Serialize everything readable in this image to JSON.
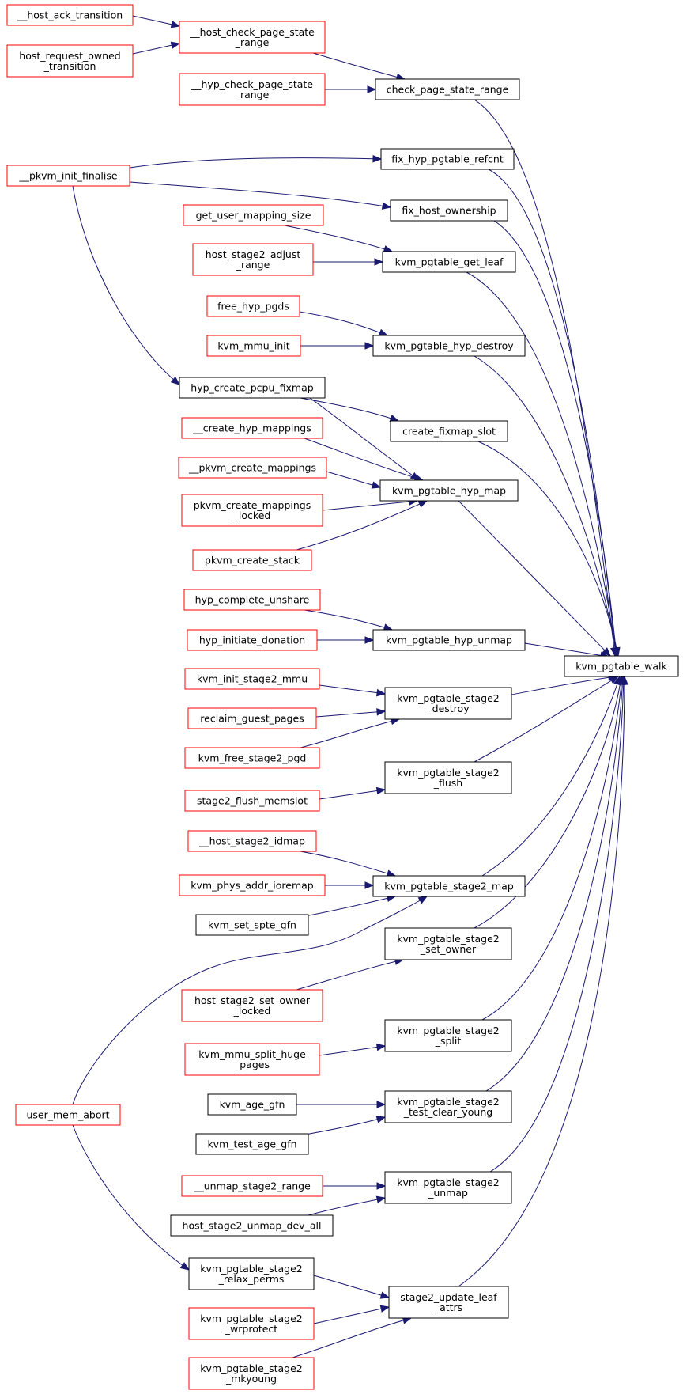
{
  "graph": {
    "title": "",
    "colors": {
      "edge": "#191970",
      "documented_border": "#000000",
      "undocumented_border": "#ff0000",
      "root_fill": "#bfbfbf"
    },
    "nodes": [
      {
        "id": "walk",
        "lines": [
          "kvm_pgtable_walk"
        ],
        "style": "root"
      },
      {
        "id": "cpsr",
        "lines": [
          "check_page_state_range"
        ],
        "style": "black"
      },
      {
        "id": "hchk",
        "lines": [
          "__host_check_page_state",
          "_range"
        ],
        "style": "red"
      },
      {
        "id": "yhchk",
        "lines": [
          "__hyp_check_page_state",
          "_range"
        ],
        "style": "red"
      },
      {
        "id": "hack",
        "lines": [
          "__host_ack_transition"
        ],
        "style": "red"
      },
      {
        "id": "hreq",
        "lines": [
          "host_request_owned",
          "_transition"
        ],
        "style": "red"
      },
      {
        "id": "fixref",
        "lines": [
          "fix_hyp_pgtable_refcnt"
        ],
        "style": "black"
      },
      {
        "id": "pinit",
        "lines": [
          "__pkvm_init_finalise"
        ],
        "style": "red"
      },
      {
        "id": "fixown",
        "lines": [
          "fix_host_ownership"
        ],
        "style": "black"
      },
      {
        "id": "getleaf",
        "lines": [
          "kvm_pgtable_get_leaf"
        ],
        "style": "black"
      },
      {
        "id": "gums",
        "lines": [
          "get_user_mapping_size"
        ],
        "style": "red"
      },
      {
        "id": "hs2adj",
        "lines": [
          "host_stage2_adjust",
          "_range"
        ],
        "style": "red"
      },
      {
        "id": "hypdes",
        "lines": [
          "kvm_pgtable_hyp_destroy"
        ],
        "style": "black"
      },
      {
        "id": "freehyp",
        "lines": [
          "free_hyp_pgds"
        ],
        "style": "red"
      },
      {
        "id": "mmuinit",
        "lines": [
          "kvm_mmu_init"
        ],
        "style": "red"
      },
      {
        "id": "pcpufix",
        "lines": [
          "hyp_create_pcpu_fixmap"
        ],
        "style": "black"
      },
      {
        "id": "fixslot",
        "lines": [
          "create_fixmap_slot"
        ],
        "style": "black"
      },
      {
        "id": "hypmap",
        "lines": [
          "kvm_pgtable_hyp_map"
        ],
        "style": "black"
      },
      {
        "id": "crhyp",
        "lines": [
          "__create_hyp_mappings"
        ],
        "style": "red"
      },
      {
        "id": "pkcrm",
        "lines": [
          "__pkvm_create_mappings"
        ],
        "style": "red"
      },
      {
        "id": "pkcrml",
        "lines": [
          "pkvm_create_mappings",
          "_locked"
        ],
        "style": "red"
      },
      {
        "id": "pkstack",
        "lines": [
          "pkvm_create_stack"
        ],
        "style": "red"
      },
      {
        "id": "hypunmap",
        "lines": [
          "kvm_pgtable_hyp_unmap"
        ],
        "style": "black"
      },
      {
        "id": "hcu",
        "lines": [
          "hyp_complete_unshare"
        ],
        "style": "red"
      },
      {
        "id": "hid",
        "lines": [
          "hyp_initiate_donation"
        ],
        "style": "red"
      },
      {
        "id": "s2des",
        "lines": [
          "kvm_pgtable_stage2",
          "_destroy"
        ],
        "style": "black"
      },
      {
        "id": "kis2",
        "lines": [
          "kvm_init_stage2_mmu"
        ],
        "style": "red"
      },
      {
        "id": "rgp",
        "lines": [
          "reclaim_guest_pages"
        ],
        "style": "red"
      },
      {
        "id": "kfs2",
        "lines": [
          "kvm_free_stage2_pgd"
        ],
        "style": "red"
      },
      {
        "id": "s2flush",
        "lines": [
          "kvm_pgtable_stage2",
          "_flush"
        ],
        "style": "black"
      },
      {
        "id": "s2fm",
        "lines": [
          "stage2_flush_memslot"
        ],
        "style": "red"
      },
      {
        "id": "s2map",
        "lines": [
          "kvm_pgtable_stage2_map"
        ],
        "style": "black"
      },
      {
        "id": "hs2id",
        "lines": [
          "__host_stage2_idmap"
        ],
        "style": "red"
      },
      {
        "id": "kpai",
        "lines": [
          "kvm_phys_addr_ioremap"
        ],
        "style": "red"
      },
      {
        "id": "kssg",
        "lines": [
          "kvm_set_spte_gfn"
        ],
        "style": "black"
      },
      {
        "id": "s2own",
        "lines": [
          "kvm_pgtable_stage2",
          "_set_owner"
        ],
        "style": "black"
      },
      {
        "id": "hs2so",
        "lines": [
          "host_stage2_set_owner",
          "_locked"
        ],
        "style": "red"
      },
      {
        "id": "s2split",
        "lines": [
          "kvm_pgtable_stage2",
          "_split"
        ],
        "style": "black"
      },
      {
        "id": "kmsh",
        "lines": [
          "kvm_mmu_split_huge",
          "_pages"
        ],
        "style": "red"
      },
      {
        "id": "s2tcy",
        "lines": [
          "kvm_pgtable_stage2",
          "_test_clear_young"
        ],
        "style": "black"
      },
      {
        "id": "kage",
        "lines": [
          "kvm_age_gfn"
        ],
        "style": "black"
      },
      {
        "id": "ktage",
        "lines": [
          "kvm_test_age_gfn"
        ],
        "style": "black"
      },
      {
        "id": "uma",
        "lines": [
          "user_mem_abort"
        ],
        "style": "red"
      },
      {
        "id": "s2unmap",
        "lines": [
          "kvm_pgtable_stage2",
          "_unmap"
        ],
        "style": "black"
      },
      {
        "id": "us2r",
        "lines": [
          "__unmap_stage2_range"
        ],
        "style": "red"
      },
      {
        "id": "hs2ud",
        "lines": [
          "host_stage2_unmap_dev_all"
        ],
        "style": "black"
      },
      {
        "id": "relax",
        "lines": [
          "kvm_pgtable_stage2",
          "_relax_perms"
        ],
        "style": "black"
      },
      {
        "id": "wrprot",
        "lines": [
          "kvm_pgtable_stage2",
          "_wrprotect"
        ],
        "style": "red"
      },
      {
        "id": "mkyoung",
        "lines": [
          "kvm_pgtable_stage2",
          "_mkyoung"
        ],
        "style": "red"
      },
      {
        "id": "s2ula",
        "lines": [
          "stage2_update_leaf",
          "_attrs"
        ],
        "style": "black"
      }
    ],
    "edges": [
      [
        "cpsr",
        "walk"
      ],
      [
        "hchk",
        "cpsr"
      ],
      [
        "yhchk",
        "cpsr"
      ],
      [
        "hack",
        "hchk"
      ],
      [
        "hreq",
        "hchk"
      ],
      [
        "fixref",
        "walk"
      ],
      [
        "pinit",
        "fixref"
      ],
      [
        "fixown",
        "walk"
      ],
      [
        "pinit",
        "fixown"
      ],
      [
        "pinit",
        "pcpufix"
      ],
      [
        "getleaf",
        "walk"
      ],
      [
        "gums",
        "getleaf"
      ],
      [
        "hs2adj",
        "getleaf"
      ],
      [
        "hypdes",
        "walk"
      ],
      [
        "freehyp",
        "hypdes"
      ],
      [
        "mmuinit",
        "hypdes"
      ],
      [
        "fixslot",
        "walk"
      ],
      [
        "pcpufix",
        "fixslot"
      ],
      [
        "pcpufix",
        "hypmap"
      ],
      [
        "hypmap",
        "walk"
      ],
      [
        "crhyp",
        "hypmap"
      ],
      [
        "pkcrm",
        "hypmap"
      ],
      [
        "pkcrml",
        "hypmap"
      ],
      [
        "pkstack",
        "hypmap"
      ],
      [
        "hypunmap",
        "walk"
      ],
      [
        "hcu",
        "hypunmap"
      ],
      [
        "hid",
        "hypunmap"
      ],
      [
        "s2des",
        "walk"
      ],
      [
        "kis2",
        "s2des"
      ],
      [
        "rgp",
        "s2des"
      ],
      [
        "kfs2",
        "s2des"
      ],
      [
        "s2flush",
        "walk"
      ],
      [
        "s2fm",
        "s2flush"
      ],
      [
        "s2map",
        "walk"
      ],
      [
        "hs2id",
        "s2map"
      ],
      [
        "kpai",
        "s2map"
      ],
      [
        "kssg",
        "s2map"
      ],
      [
        "uma",
        "s2map"
      ],
      [
        "s2own",
        "walk"
      ],
      [
        "hs2so",
        "s2own"
      ],
      [
        "s2split",
        "walk"
      ],
      [
        "kmsh",
        "s2split"
      ],
      [
        "s2tcy",
        "walk"
      ],
      [
        "kage",
        "s2tcy"
      ],
      [
        "ktage",
        "s2tcy"
      ],
      [
        "s2unmap",
        "walk"
      ],
      [
        "us2r",
        "s2unmap"
      ],
      [
        "hs2ud",
        "s2unmap"
      ],
      [
        "s2ula",
        "walk"
      ],
      [
        "relax",
        "s2ula"
      ],
      [
        "wrprot",
        "s2ula"
      ],
      [
        "mkyoung",
        "s2ula"
      ],
      [
        "uma",
        "relax"
      ]
    ]
  }
}
